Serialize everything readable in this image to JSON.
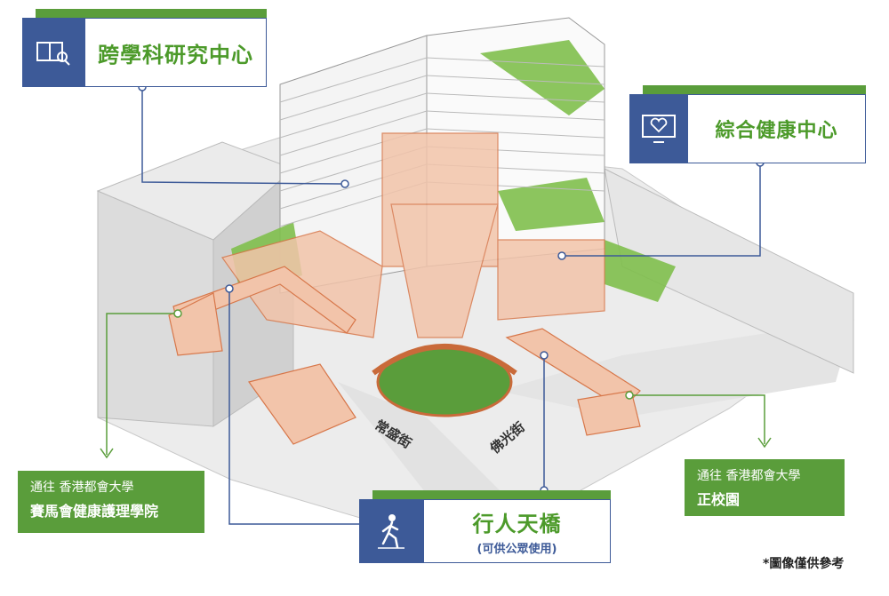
{
  "callouts": {
    "research": {
      "label": "跨學科研究中心",
      "icon": "book-search-icon"
    },
    "health": {
      "label": "綜合健康中心",
      "icon": "heart-monitor-icon"
    },
    "skybridge": {
      "label": "行人天橋",
      "sublabel": "(可供公眾使用)",
      "icon": "walking-person-icon"
    }
  },
  "destinations": {
    "left": {
      "line1": "通往 香港都會大學",
      "line2": "賽馬會健康護理學院"
    },
    "right": {
      "line1": "通往 香港都會大學",
      "line2": "正校園"
    }
  },
  "streets": {
    "street_a": "常盛街",
    "street_b": "佛光街"
  },
  "footnote": "*圖像僅供參考",
  "colors": {
    "accent_green": "#5a9d3b",
    "accent_blue": "#3d5a98",
    "structure_orange": "#e8a27e"
  }
}
